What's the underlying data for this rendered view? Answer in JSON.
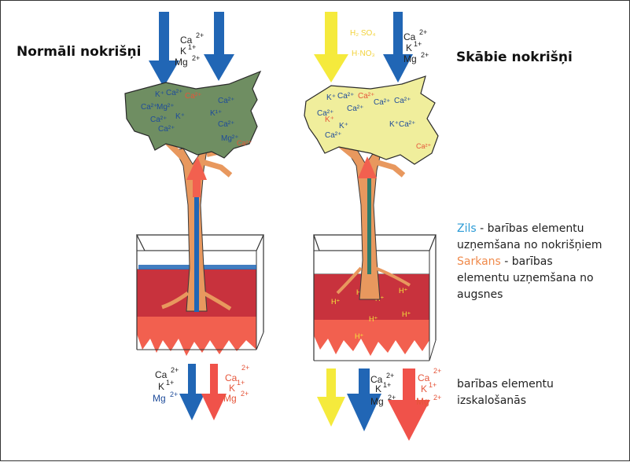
{
  "titles": {
    "normal": "Normāli nokrišņi",
    "acid": "Skābie nokrišņi"
  },
  "legend": {
    "blue_word": "Zils",
    "blue_rest_1": " - barības elementu",
    "blue_rest_2": "uzņemšana no nokrišņiem",
    "red_word": "Sarkans",
    "red_rest_1": " - barības",
    "red_rest_2": "elementu uzņemšana no",
    "red_rest_3": "augsnes"
  },
  "leaching": {
    "line1": "barības elementu",
    "line2": "izskalošanās"
  },
  "ions": {
    "ca": "Ca",
    "k": "K",
    "mg": "Mg",
    "ca_charge": "2+",
    "k_charge": "1+",
    "mg_charge": "2+",
    "h_plus": "H⁺",
    "k_plus": "K⁺",
    "h2so4": "H₂ SO₄",
    "hno3": "H·NO₃",
    "canopy_ca": "Ca²⁺",
    "canopy_k": "K¹⁺",
    "canopy_mg": "Mg²⁺"
  },
  "colors": {
    "blue_arrow": "#2166b5",
    "red_arrow": "#f0524a",
    "yellow_arrow": "#f5ea3c",
    "green_canopy": "#6f8e62",
    "yellow_canopy": "#f0ee9c",
    "trunk": "#e8985e",
    "soil_dark": "#c8323d",
    "soil_light": "#f2604f",
    "legend_blue": "#2b9bd6",
    "legend_orange": "#f08a4b"
  }
}
